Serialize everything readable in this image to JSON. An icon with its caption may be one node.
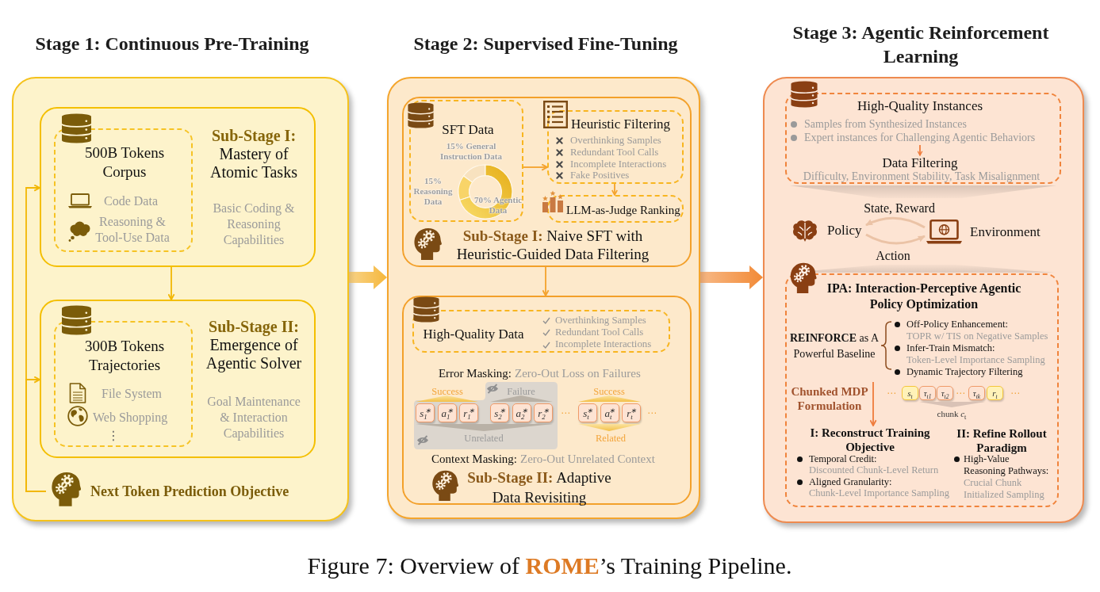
{
  "diagram": {
    "caption": "Figure 7: Overview of **ROME**’s Training Pipeline.",
    "nodes": [
      {
        "text": [
          "Stage 1: Continuous Pre-Training"
        ]
      },
      {
        "text": [
          "**Sub-Stage I:** Mastery of Atomic Tasks",
          "Basic Coding & Reasoning Capabilities"
        ],
        "in": 0
      },
      {
        "text": [
          "500B Tokens Corpus",
          "Code Data",
          "Reasoning & Tool-Use Data"
        ],
        "in": 1
      },
      {
        "text": [
          "**Sub-Stage II:** Emergence of Agentic Solver",
          "Goal Maintenance & Interaction Capabilities"
        ],
        "in": 0
      },
      {
        "text": [
          "300B Tokens Trajectories",
          "File System",
          "Web Shopping",
          "⋮"
        ],
        "in": 3
      },
      {
        "text": [
          "Next Token Prediction Objective"
        ],
        "in": 0
      },
      {
        "text": [
          "Stage 2: Supervised Fine-Tuning"
        ]
      },
      {
        "text": [
          "**Sub-Stage I:** Naive SFT with Heuristic-Guided Data Filtering"
        ],
        "in": 6
      },
      {
        "text": [
          "SFT Data"
        ],
        "in": 7
      },
      {
        "text": [
          "Heuristic Filtering",
          "Overthinking Samples",
          "Redundant Tool Calls",
          "Incomplete Interactions",
          "Fake Positives"
        ],
        "in": 7
      },
      {
        "text": [
          "LLM-as-Judge Ranking"
        ],
        "in": 7
      },
      {
        "text": [
          "Error Masking:",
          "Zero-Out Loss on Failures",
          "Success",
          "Failure",
          "⋯",
          "Success",
          "⋯",
          "Unrelated",
          "Related",
          "Context Masking:",
          "Zero-Out Unrelated Context",
          "**Sub-Stage II:** Adaptive Data Revisiting"
        ],
        "in": 6
      },
      {
        "text": [
          "High-Quality Data",
          "Overthinking Samples",
          "Redundant Tool Calls",
          "Incomplete Interactions"
        ],
        "in": 11
      },
      {
        "text": [
          "s$_{1}$$^{∗}$"
        ],
        "in": 11
      },
      {
        "text": [
          "a$_{1}$$^{∗}$"
        ],
        "in": 11
      },
      {
        "text": [
          "r$_{1}$$^{∗}$"
        ],
        "in": 11
      },
      {
        "text": [
          "s$_{2}$$^{∗}$"
        ],
        "in": 11
      },
      {
        "text": [
          "a$_{2}$$^{∗}$"
        ],
        "in": 11
      },
      {
        "text": [
          "r$_{2}$$^{∗}$"
        ],
        "in": 11
      },
      {
        "text": [
          "s$_{t}$$^{∗}$"
        ],
        "in": 11
      },
      {
        "text": [
          "a$_{t}$$^{∗}$"
        ],
        "in": 11
      },
      {
        "text": [
          "r$_{t}$$^{∗}$"
        ],
        "in": 11
      },
      {
        "text": [
          "Stage 3: Agentic Reinforcement Learning"
        ]
      },
      {
        "text": [
          "High-Quality Instances"
        ],
        "in": 22
      },
      {
        "text": [
          "Samples from Synthesized Instances",
          "Expert instances for Challenging Agentic Behaviors"
        ],
        "in": 23
      },
      {
        "text": [
          "Data Filtering",
          "Difficulty, Environment Stability, Task Misalignment"
        ],
        "in": 23
      },
      {
        "text": [
          "Policy"
        ],
        "in": 22
      },
      {
        "text": [
          "Environment"
        ],
        "in": 22
      },
      {
        "text": [
          "IPA: Interaction-Perceptive Agentic Policy Optimization",
          "**REINFORCE** as A Powerful Baseline",
          "Off-Policy Enhancement:",
          "TOPR w/ TIS on Negative Samples",
          "Infer-Train Mismatch:",
          "Token-Level Importance Sampling",
          "Dynamic Trajectory Filtering",
          "⋯",
          "⋯",
          "⋯",
          "chunk *c*$_{t}$",
          "II: Refine Rollout Paradigm",
          "High-Value Reasoning Pathways:",
          "Crucial Chunk Initialized Sampling"
        ],
        "in": 22
      },
      {
        "text": [
          "s$_{t}$"
        ],
        "in": 28
      },
      {
        "text": [
          "τ$_{t1}$"
        ],
        "in": 28
      },
      {
        "text": [
          "τ$_{t2}$"
        ],
        "in": 28
      },
      {
        "text": [
          "τ$_{tk}$"
        ],
        "in": 28
      },
      {
        "text": [
          "r$_{t}$"
        ],
        "in": 28
      },
      {
        "text": [
          "I: Reconstruct Training Objective",
          "Temporal Credit:",
          "Discounted Chunk-Level Return",
          "Aligned Granularity:",
          "Chunk-Level Importance Sampling"
        ],
        "in": 28
      },
      {
        "text": [],
        "shape": "funnel",
        "in": 22
      },
      {
        "text": [],
        "shape": "funnel",
        "in": 22
      }
    ],
    "edges": [
      {
        "from": 1,
        "to": 3,
        "arrow": "to",
        "color": "#f2b705"
      },
      {
        "from": 5,
        "to": 1,
        "arrow": "to",
        "color": "#f2b705"
      },
      {
        "from": 5,
        "to": 3,
        "arrow": "to",
        "color": "#f2b705"
      },
      {
        "from": 0,
        "to": 6,
        "arrow": "to",
        "style": "thick",
        "color": "#f5b73b"
      },
      {
        "from": 8,
        "to": 9,
        "arrow": "to"
      },
      {
        "from": 9,
        "to": 10,
        "arrow": "to"
      },
      {
        "from": 7,
        "to": 11,
        "arrow": "to"
      },
      {
        "from": 6,
        "to": 22,
        "arrow": "to",
        "style": "thick",
        "color": "#f28a36"
      },
      {
        "from": 24,
        "to": 25,
        "arrow": "to",
        "color": "#ef7b3b"
      },
      {
        "from": 27,
        "to": 26,
        "arrow": "to",
        "label": "State, Reward",
        "color": "#ebc3a6"
      },
      {
        "from": 26,
        "to": 27,
        "arrow": "to",
        "label": "Action",
        "color": "#ebc3a6"
      },
      {
        "from": null,
        "to": 34,
        "arrow": "to",
        "label": "Chunked MDP Formulation",
        "color": "#ef7b3b"
      }
    ],
    "chart_data": {
      "type": "donut",
      "categories": [
        "15% General Instruction Data",
        "15% Reasoning Data",
        "70% Agentic Data"
      ],
      "values": [
        15,
        15,
        70
      ]
    }
  }
}
